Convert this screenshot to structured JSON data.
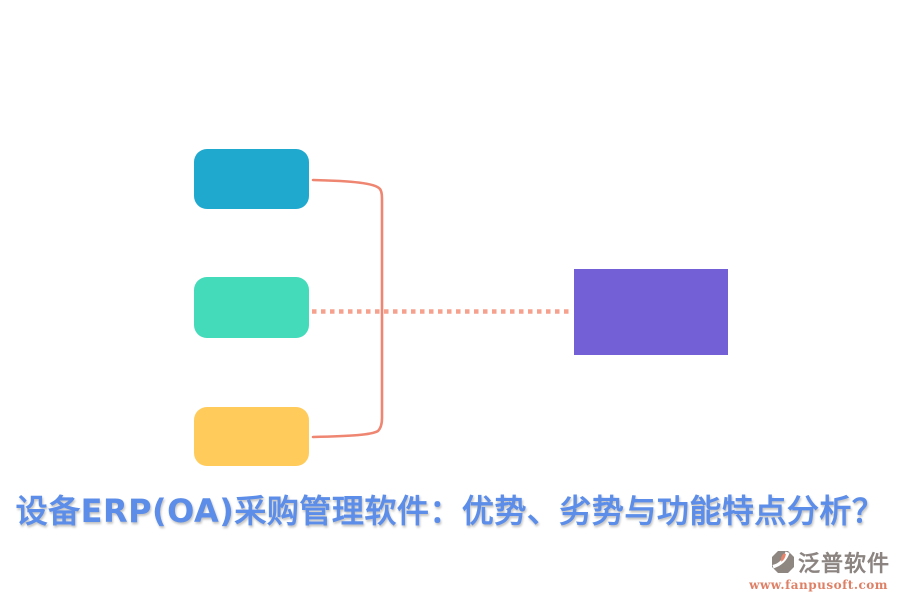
{
  "page": {
    "background": "#ffffff"
  },
  "title": {
    "text": "设备ERP(OA)采购管理软件：优势、劣势与功能特点分析？",
    "color": "#5C8DE8"
  },
  "diagram": {
    "nodes": [
      {
        "id": "factor-top",
        "color": "#1FA9CF"
      },
      {
        "id": "factor-middle",
        "color": "#43DBBA"
      },
      {
        "id": "factor-bottom",
        "color": "#FFCB5B"
      },
      {
        "id": "result",
        "color": "#7460D6"
      }
    ],
    "connector_color": "#EE8672",
    "dotted_color": "#F5A18D"
  },
  "footer": {
    "brand": "泛普软件",
    "brand_color": "#8B8481",
    "url": "www.fanpusoft.com",
    "url_color": "#DE8066",
    "icon_colors": {
      "base": "#8D8681",
      "swoosh": "#ffffff",
      "accent": "#E8836B"
    }
  }
}
